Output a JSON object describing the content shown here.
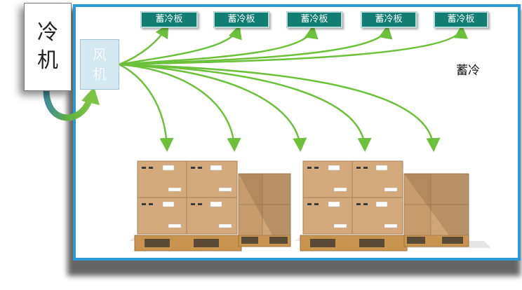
{
  "chiller": {
    "line1": "冷",
    "line2": "机"
  },
  "fan": {
    "line1": "风",
    "line2": "机"
  },
  "plates": [
    "蓄冷板",
    "蓄冷板",
    "蓄冷板",
    "蓄冷板",
    "蓄冷板"
  ],
  "storage_label": "蓄冷",
  "colors": {
    "room_border": "#2b9ad6",
    "plate_fill": "#127d72",
    "arrow_green": "#6cc13a",
    "fan_fill": "#d5e9f1",
    "box_tan": "#c9a074"
  }
}
